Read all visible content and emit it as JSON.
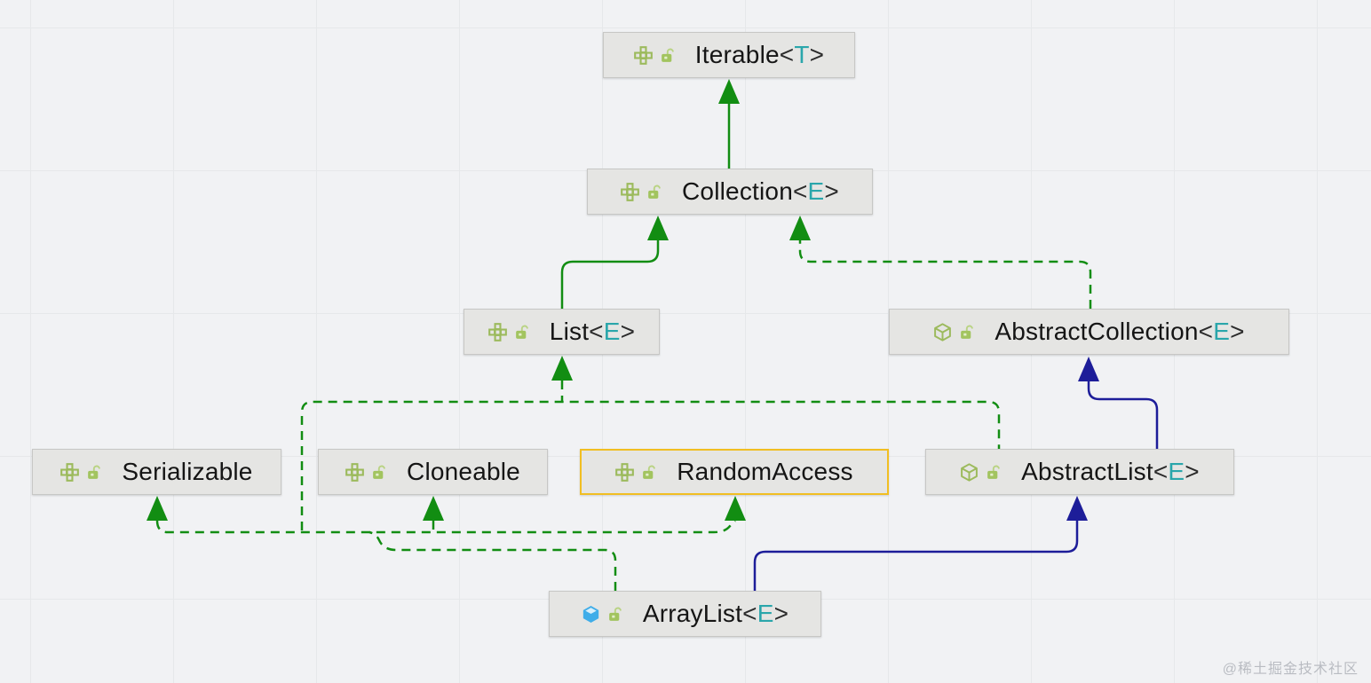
{
  "symbols": {
    "lt": "<",
    "gt": ">"
  },
  "watermark": "@稀土掘金技术社区",
  "colors": {
    "edge_green": "#128D12",
    "edge_navy": "#1D1D99",
    "selection_yellow": "#F1BE22",
    "type_param_teal": "#2AA6AB",
    "interface_icon_green": "#9CBA5C",
    "class_icon_blue": "#3FADE9",
    "node_fill": "#E5E5E3"
  },
  "nodes": {
    "iterable": {
      "name": "Iterable",
      "type_param": "T",
      "kind": "interface"
    },
    "collection": {
      "name": "Collection",
      "type_param": "E",
      "kind": "interface"
    },
    "list": {
      "name": "List",
      "type_param": "E",
      "kind": "interface"
    },
    "abstract_collection": {
      "name": "AbstractCollection",
      "type_param": "E",
      "kind": "abstract-class"
    },
    "serializable": {
      "name": "Serializable",
      "kind": "interface"
    },
    "cloneable": {
      "name": "Cloneable",
      "kind": "interface"
    },
    "random_access": {
      "name": "RandomAccess",
      "kind": "interface",
      "selected": true
    },
    "abstract_list": {
      "name": "AbstractList",
      "type_param": "E",
      "kind": "abstract-class"
    },
    "array_list": {
      "name": "ArrayList",
      "type_param": "E",
      "kind": "class"
    }
  },
  "edges": [
    {
      "source": "Collection",
      "target": "Iterable",
      "relation": "extends"
    },
    {
      "source": "List",
      "target": "Collection",
      "relation": "extends"
    },
    {
      "source": "AbstractCollection",
      "target": "Collection",
      "relation": "implements"
    },
    {
      "source": "AbstractList",
      "target": "List",
      "relation": "implements"
    },
    {
      "source": "AbstractList",
      "target": "AbstractCollection",
      "relation": "extends"
    },
    {
      "source": "ArrayList",
      "target": "List",
      "relation": "implements"
    },
    {
      "source": "ArrayList",
      "target": "Serializable",
      "relation": "implements"
    },
    {
      "source": "ArrayList",
      "target": "Cloneable",
      "relation": "implements"
    },
    {
      "source": "ArrayList",
      "target": "RandomAccess",
      "relation": "implements"
    },
    {
      "source": "ArrayList",
      "target": "AbstractList",
      "relation": "extends"
    }
  ]
}
